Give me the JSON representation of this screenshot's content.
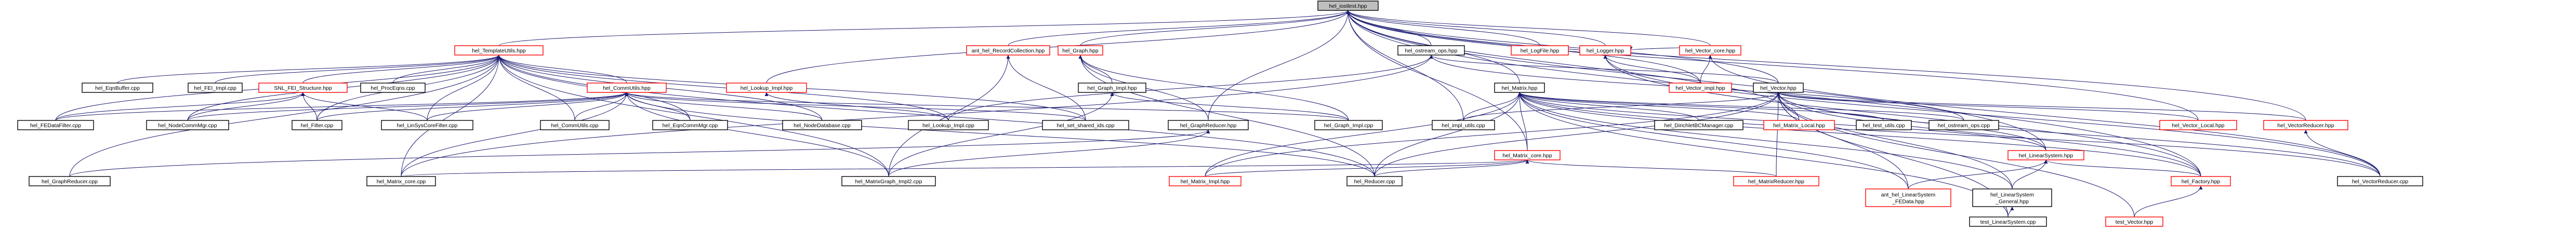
{
  "colors": {
    "arrow": "#191970",
    "black_border": "#000000",
    "red_border": "#ff0000",
    "text": "#000000",
    "root_fill": "#bfbfbf",
    "fill": "#ffffff"
  },
  "nodes": [
    {
      "id": "hel_iostlest",
      "label": "hel_iostlest.hpp",
      "border": "black",
      "root": true
    },
    {
      "id": "hel_LogFile",
      "label": "hel_LogFile.hpp",
      "border": "red"
    },
    {
      "id": "hel_Logger",
      "label": "hel_Logger.hpp",
      "border": "red"
    },
    {
      "id": "hel_Vector_core",
      "label": "hel_Vector_core.hpp",
      "border": "red"
    },
    {
      "id": "hel_Vector_impl",
      "label": "hel_Vector_impl.hpp",
      "border": "red"
    },
    {
      "id": "hel_TemplateUtils",
      "label": "hel_TemplateUtils.hpp",
      "border": "red"
    },
    {
      "id": "ant_hel_RecordCollection",
      "label": "ant_hel_RecordCollection.hpp",
      "border": "red"
    },
    {
      "id": "hel_Graph",
      "label": "hel_Graph.hpp",
      "border": "red"
    },
    {
      "id": "hel_ostream_ops",
      "label": "hel_ostream_ops.hpp",
      "border": "black"
    },
    {
      "id": "hel_Matrix",
      "label": "hel_Matrix.hpp",
      "border": "black"
    },
    {
      "id": "hel_Vector",
      "label": "hel_Vector.hpp",
      "border": "black"
    },
    {
      "id": "hel_EqnBuffer",
      "label": "hel_EqnBuffer.cpp",
      "border": "black"
    },
    {
      "id": "hel_FEI_Impl",
      "label": "hel_FEI_Impl.cpp",
      "border": "black"
    },
    {
      "id": "SNL_FEI_Structure",
      "label": "SNL_FEI_Structure.hpp",
      "border": "red"
    },
    {
      "id": "hel_ProcEqns",
      "label": "hel_ProcEqns.cpp",
      "border": "black"
    },
    {
      "id": "hel_CommUtils_hpp",
      "label": "hel_CommUtils.hpp",
      "border": "red"
    },
    {
      "id": "hel_Lookup_Impl_hpp",
      "label": "hel_Lookup_Impl.hpp",
      "border": "red"
    },
    {
      "id": "hel_Graph_Impl_hpp",
      "label": "hel_Graph_Impl.hpp",
      "border": "black"
    },
    {
      "id": "hel_FEDataFilter",
      "label": "hel_FEDataFilter.cpp",
      "border": "black"
    },
    {
      "id": "hel_NodeCommMgr",
      "label": "hel_NodeCommMgr.cpp",
      "border": "black"
    },
    {
      "id": "hel_Filter",
      "label": "hel_Filter.cpp",
      "border": "black"
    },
    {
      "id": "hel_LinSysCoreFilter",
      "label": "hel_LinSysCoreFilter.cpp",
      "border": "black"
    },
    {
      "id": "hel_CommUtils_cpp",
      "label": "hel_CommUtils.cpp",
      "border": "black"
    },
    {
      "id": "hel_EqnCommMgr",
      "label": "hel_EqnCommMgr.cpp",
      "border": "black"
    },
    {
      "id": "hel_NodeDatabase",
      "label": "hel_NodeDatabase.cpp",
      "border": "black"
    },
    {
      "id": "hel_Lookup_Impl_cpp",
      "label": "hel_Lookup_Impl.cpp",
      "border": "black"
    },
    {
      "id": "hel_set_shared_ids",
      "label": "hel_set_shared_ids.cpp",
      "border": "black"
    },
    {
      "id": "hel_GraphReducer_hpp",
      "label": "hel_GraphReducer.hpp",
      "border": "black"
    },
    {
      "id": "hel_Graph_Impl_cpp",
      "label": "hel_Graph_Impl.cpp",
      "border": "black"
    },
    {
      "id": "hel_impl_utils",
      "label": "hel_impl_utils.cpp",
      "border": "black"
    },
    {
      "id": "hel_Matrix_core",
      "label": "hel_Matrix_core.hpp",
      "border": "red"
    },
    {
      "id": "hel_DirichletBCManager",
      "label": "hel_DirichletBCManager.cpp",
      "border": "black"
    },
    {
      "id": "hel_Matrix_Local",
      "label": "hel_Matrix_Local.hpp",
      "border": "red"
    },
    {
      "id": "hel_test_utils",
      "label": "hel_test_utils.cpp",
      "border": "black"
    },
    {
      "id": "hel_ostream_ops_cpp",
      "label": "hel_ostream_ops.cpp",
      "border": "black"
    },
    {
      "id": "hel_LinearSystem",
      "label": "hel_LinearSystem.hpp",
      "border": "red"
    },
    {
      "id": "hel_Vector_Local",
      "label": "hel_Vector_Local.hpp",
      "border": "red"
    },
    {
      "id": "hel_VectorReducer_hpp",
      "label": "hel_VectorReducer.hpp",
      "border": "red"
    },
    {
      "id": "hel_GraphReducer_cpp",
      "label": "hel_GraphReducer.cpp",
      "border": "black"
    },
    {
      "id": "hel_Matrix_core_cpp",
      "label": "hel_Matrix_core.cpp",
      "border": "black"
    },
    {
      "id": "hel_MatrixGraph_Impl2",
      "label": "hel_MatrixGraph_Impl2.cpp",
      "border": "black"
    },
    {
      "id": "hel_Matrix_Impl",
      "label": "hel_Matrix_Impl.hpp",
      "border": "red"
    },
    {
      "id": "hel_Reducer",
      "label": "hel_Reducer.cpp",
      "border": "black"
    },
    {
      "id": "hel_MatrixReducer",
      "label": "hel_MatrixReducer.hpp",
      "border": "red"
    },
    {
      "id": "ant_hel_LinearSystem_FEData",
      "label": [
        "ant_hel_LinearSystem",
        "_FEData.hpp"
      ],
      "border": "red"
    },
    {
      "id": "hel_LinearSystem_General",
      "label": [
        "hel_LinearSystem",
        "_General.hpp"
      ],
      "border": "black"
    },
    {
      "id": "hel_Factory",
      "label": "hel_Factory.hpp",
      "border": "red"
    },
    {
      "id": "hel_VectorReducer_cpp",
      "label": "hel_VectorReducer.cpp",
      "border": "black"
    },
    {
      "id": "test_LinearSystem",
      "label": "test_LinearSystem.cpp",
      "border": "black"
    },
    {
      "id": "test_Vector",
      "label": "test_Vector.hpp",
      "border": "red"
    }
  ],
  "edges": [
    [
      "hel_iostlest",
      "hel_LogFile"
    ],
    [
      "hel_iostlest",
      "hel_Logger"
    ],
    [
      "hel_iostlest",
      "hel_Vector_core"
    ],
    [
      "hel_iostlest",
      "hel_Vector_impl"
    ],
    [
      "hel_iostlest",
      "hel_TemplateUtils"
    ],
    [
      "hel_iostlest",
      "ant_hel_RecordCollection"
    ],
    [
      "hel_iostlest",
      "hel_Graph"
    ],
    [
      "hel_iostlest",
      "hel_ostream_ops"
    ],
    [
      "hel_iostlest",
      "hel_Matrix"
    ],
    [
      "hel_iostlest",
      "hel_Vector"
    ],
    [
      "hel_iostlest",
      "hel_Lookup_Impl_hpp"
    ],
    [
      "hel_iostlest",
      "hel_GraphReducer_hpp"
    ],
    [
      "hel_iostlest",
      "hel_impl_utils"
    ],
    [
      "hel_iostlest",
      "hel_Matrix_Local"
    ],
    [
      "hel_iostlest",
      "hel_VectorReducer_hpp"
    ],
    [
      "hel_iostlest",
      "hel_Vector_Local"
    ],
    [
      "hel_iostlest",
      "hel_LinearSystem"
    ],
    [
      "hel_iostlest",
      "hel_Factory"
    ],
    [
      "hel_iostlest",
      "hel_Matrix_core"
    ],
    [
      "hel_Logger",
      "hel_Vector_core"
    ],
    [
      "hel_Logger",
      "hel_Vector_impl"
    ],
    [
      "hel_Logger",
      "hel_Factory"
    ],
    [
      "hel_Logger",
      "hel_VectorReducer_cpp"
    ],
    [
      "hel_Vector_core",
      "hel_Vector_impl"
    ],
    [
      "hel_Vector_core",
      "hel_VectorReducer_cpp"
    ],
    [
      "hel_TemplateUtils",
      "hel_EqnBuffer"
    ],
    [
      "hel_TemplateUtils",
      "hel_FEI_Impl"
    ],
    [
      "hel_TemplateUtils",
      "SNL_FEI_Structure"
    ],
    [
      "hel_TemplateUtils",
      "hel_ProcEqns"
    ],
    [
      "hel_TemplateUtils",
      "hel_CommUtils_hpp"
    ],
    [
      "hel_TemplateUtils",
      "hel_FEDataFilter"
    ],
    [
      "hel_TemplateUtils",
      "hel_NodeCommMgr"
    ],
    [
      "hel_TemplateUtils",
      "hel_Filter"
    ],
    [
      "hel_TemplateUtils",
      "hel_LinSysCoreFilter"
    ],
    [
      "hel_TemplateUtils",
      "hel_CommUtils_cpp"
    ],
    [
      "hel_TemplateUtils",
      "hel_EqnCommMgr"
    ],
    [
      "hel_TemplateUtils",
      "hel_Lookup_Impl_cpp"
    ],
    [
      "hel_TemplateUtils",
      "hel_set_shared_ids"
    ],
    [
      "hel_TemplateUtils",
      "hel_GraphReducer_cpp"
    ],
    [
      "hel_TemplateUtils",
      "hel_Matrix_core_cpp"
    ],
    [
      "hel_TemplateUtils",
      "hel_MatrixGraph_Impl2"
    ],
    [
      "hel_TemplateUtils",
      "hel_Reducer"
    ],
    [
      "hel_TemplateUtils",
      "hel_NodeDatabase"
    ],
    [
      "SNL_FEI_Structure",
      "hel_FEDataFilter"
    ],
    [
      "SNL_FEI_Structure",
      "hel_NodeCommMgr"
    ],
    [
      "SNL_FEI_Structure",
      "hel_Filter"
    ],
    [
      "SNL_FEI_Structure",
      "hel_LinSysCoreFilter"
    ],
    [
      "hel_CommUtils_hpp",
      "hel_FEDataFilter"
    ],
    [
      "hel_CommUtils_hpp",
      "hel_NodeCommMgr"
    ],
    [
      "hel_CommUtils_hpp",
      "hel_Filter"
    ],
    [
      "hel_CommUtils_hpp",
      "hel_LinSysCoreFilter"
    ],
    [
      "hel_CommUtils_hpp",
      "hel_CommUtils_cpp"
    ],
    [
      "hel_CommUtils_hpp",
      "hel_EqnCommMgr"
    ],
    [
      "hel_CommUtils_hpp",
      "hel_NodeDatabase"
    ],
    [
      "hel_CommUtils_hpp",
      "hel_set_shared_ids"
    ],
    [
      "hel_CommUtils_hpp",
      "hel_Matrix_core_cpp"
    ],
    [
      "hel_CommUtils_hpp",
      "hel_MatrixGraph_Impl2"
    ],
    [
      "hel_CommUtils_hpp",
      "hel_Graph_Impl_cpp"
    ],
    [
      "hel_CommUtils_hpp",
      "hel_Reducer"
    ],
    [
      "ant_hel_RecordCollection",
      "hel_set_shared_ids"
    ],
    [
      "ant_hel_RecordCollection",
      "hel_MatrixGraph_Impl2"
    ],
    [
      "hel_Lookup_Impl_hpp",
      "hel_Lookup_Impl_cpp"
    ],
    [
      "hel_Graph",
      "hel_Graph_Impl_hpp"
    ],
    [
      "hel_Graph",
      "hel_GraphReducer_hpp"
    ],
    [
      "hel_Graph",
      "hel_Graph_Impl_cpp"
    ],
    [
      "hel_Graph",
      "hel_Reducer"
    ],
    [
      "hel_Graph_Impl_hpp",
      "hel_Graph_Impl_cpp"
    ],
    [
      "hel_Graph_Impl_hpp",
      "hel_MatrixGraph_Impl2"
    ],
    [
      "hel_GraphReducer_hpp",
      "hel_GraphReducer_cpp"
    ],
    [
      "hel_GraphReducer_hpp",
      "hel_MatrixGraph_Impl2"
    ],
    [
      "hel_ostream_ops",
      "hel_Lookup_Impl_cpp"
    ],
    [
      "hel_ostream_ops",
      "hel_Matrix_core_cpp"
    ],
    [
      "hel_ostream_ops",
      "hel_ostream_ops_cpp"
    ],
    [
      "hel_ostream_ops",
      "hel_Vector"
    ],
    [
      "hel_Matrix",
      "hel_impl_utils"
    ],
    [
      "hel_Matrix",
      "hel_Matrix_core"
    ],
    [
      "hel_Matrix",
      "hel_DirichletBCManager"
    ],
    [
      "hel_Matrix",
      "hel_Matrix_Local"
    ],
    [
      "hel_Matrix",
      "hel_test_utils"
    ],
    [
      "hel_Matrix",
      "hel_ostream_ops_cpp"
    ],
    [
      "hel_Matrix",
      "hel_LinearSystem"
    ],
    [
      "hel_Matrix",
      "ant_hel_LinearSystem_FEData"
    ],
    [
      "hel_Matrix",
      "hel_LinearSystem_General"
    ],
    [
      "hel_Matrix",
      "hel_Factory"
    ],
    [
      "hel_Matrix",
      "hel_Matrix_Impl"
    ],
    [
      "hel_Matrix",
      "hel_Reducer"
    ],
    [
      "hel_Matrix",
      "test_LinearSystem"
    ],
    [
      "hel_Matrix",
      "hel_VectorReducer_cpp"
    ],
    [
      "hel_Matrix_core",
      "hel_Matrix_Impl"
    ],
    [
      "hel_Matrix_core",
      "hel_Matrix_core_cpp"
    ],
    [
      "hel_Matrix_core",
      "hel_MatrixReducer"
    ],
    [
      "hel_Matrix_core",
      "hel_Reducer"
    ],
    [
      "hel_Vector",
      "hel_impl_utils"
    ],
    [
      "hel_Vector",
      "hel_Matrix_Impl"
    ],
    [
      "hel_Vector",
      "hel_Reducer"
    ],
    [
      "hel_Vector",
      "hel_LinearSystem"
    ],
    [
      "hel_Vector",
      "hel_Vector_Local"
    ],
    [
      "hel_Vector",
      "hel_VectorReducer_hpp"
    ],
    [
      "hel_Vector",
      "hel_Factory"
    ],
    [
      "hel_Vector",
      "ant_hel_LinearSystem_FEData"
    ],
    [
      "hel_Vector",
      "hel_LinearSystem_General"
    ],
    [
      "hel_Vector",
      "test_LinearSystem"
    ],
    [
      "hel_Vector",
      "test_Vector"
    ],
    [
      "hel_Vector",
      "hel_VectorReducer_cpp"
    ],
    [
      "hel_Vector",
      "hel_MatrixReducer"
    ],
    [
      "hel_LinearSystem",
      "ant_hel_LinearSystem_FEData"
    ],
    [
      "hel_LinearSystem",
      "hel_LinearSystem_General"
    ],
    [
      "hel_LinearSystem",
      "hel_Factory"
    ],
    [
      "hel_LinearSystem_General",
      "test_LinearSystem"
    ],
    [
      "hel_VectorReducer_hpp",
      "hel_VectorReducer_cpp"
    ],
    [
      "hel_Factory",
      "test_Vector"
    ]
  ]
}
